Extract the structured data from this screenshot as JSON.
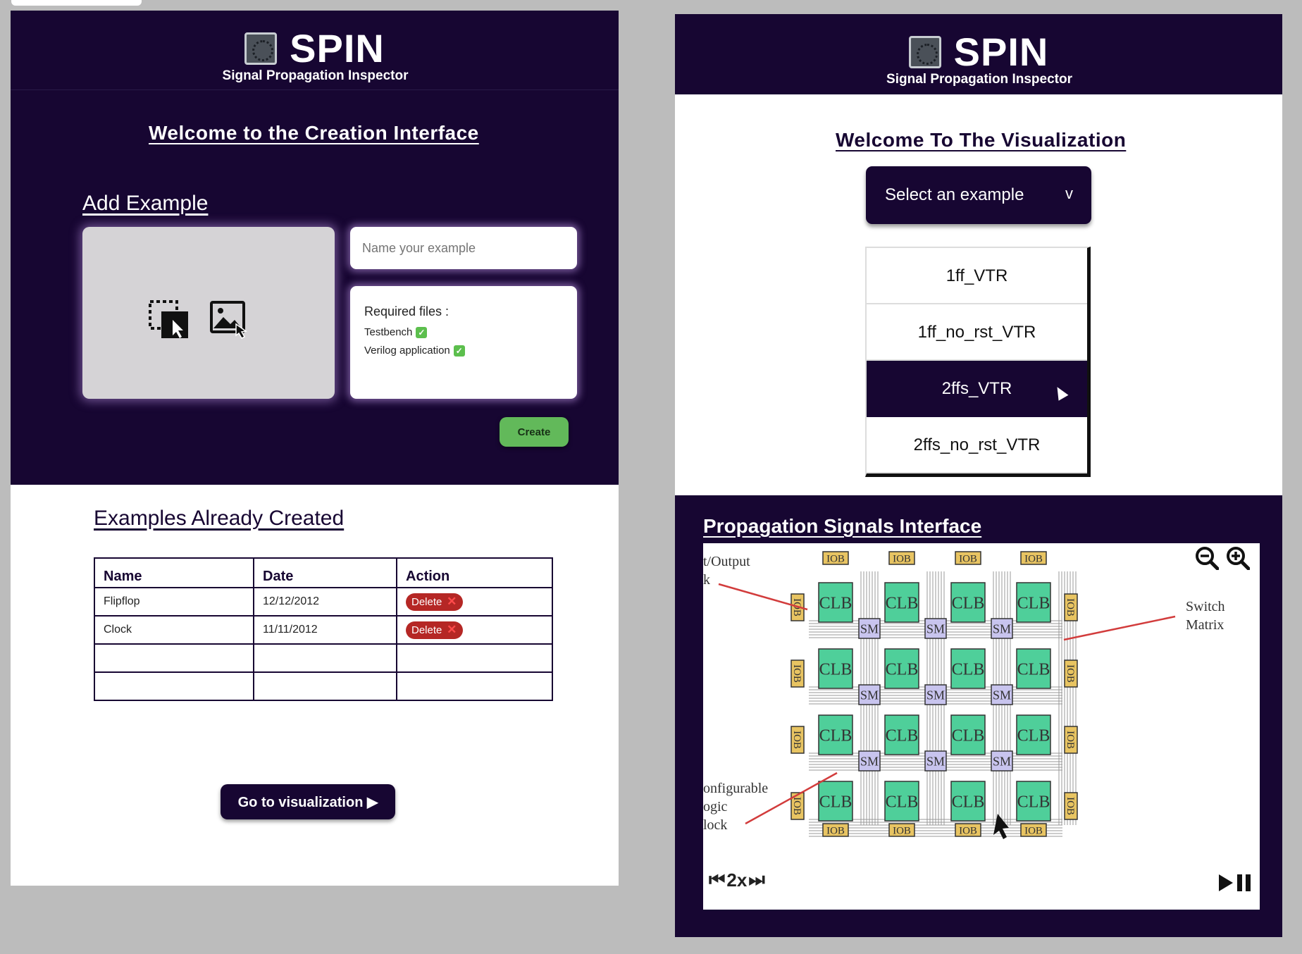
{
  "creation_page": {
    "brand": {
      "title": "SPIN",
      "subtitle": "Signal Propagation Inspector"
    },
    "welcome": "Welcome to the Creation Interface",
    "add_example_title": "Add Example",
    "name_input": {
      "placeholder": "Name your example"
    },
    "required_files": {
      "title": "Required files :",
      "items": [
        {
          "label": "Testbench",
          "checked": true
        },
        {
          "label": "Verilog application",
          "checked": true
        }
      ]
    },
    "create_label": "Create",
    "examples_title": "Examples Already Created",
    "table": {
      "headers": [
        "Name",
        "Date",
        "Action"
      ],
      "rows": [
        {
          "name": "Flipflop",
          "date": "12/12/2012",
          "action": "Delete"
        },
        {
          "name": "Clock",
          "date": "11/11/2012",
          "action": "Delete"
        }
      ]
    },
    "goto_label": "Go to visualization"
  },
  "visualization_page": {
    "brand": {
      "title": "SPIN",
      "subtitle": "Signal Propagation Inspector"
    },
    "welcome": "Welcome To The Visualization",
    "select_label": "Select an example",
    "select_chevron": "v",
    "options": [
      "1ff_VTR",
      "1ff_no_rst_VTR",
      "2ffs_VTR",
      "2ffs_no_rst_VTR"
    ],
    "active_option": "2ffs_VTR",
    "prop_title": "Propagation Signals  Interface",
    "diagram": {
      "io_label_lines": [
        "t/Output",
        "k"
      ],
      "clb_label_lines": [
        "onfigurable",
        "ogic",
        "lock"
      ],
      "switch_label_lines": [
        "Switch",
        "Matrix"
      ],
      "iob": "IOB",
      "clb": "CLB",
      "sm": "SM"
    },
    "speed_label": "2x"
  },
  "colors": {
    "brand_dark": "#170632",
    "create_green": "#62b95a",
    "delete_red": "#b52725",
    "clb_green": "#4fcf9a",
    "sm_lavender": "#c8c4ee",
    "iob_gold": "#e8c462"
  }
}
